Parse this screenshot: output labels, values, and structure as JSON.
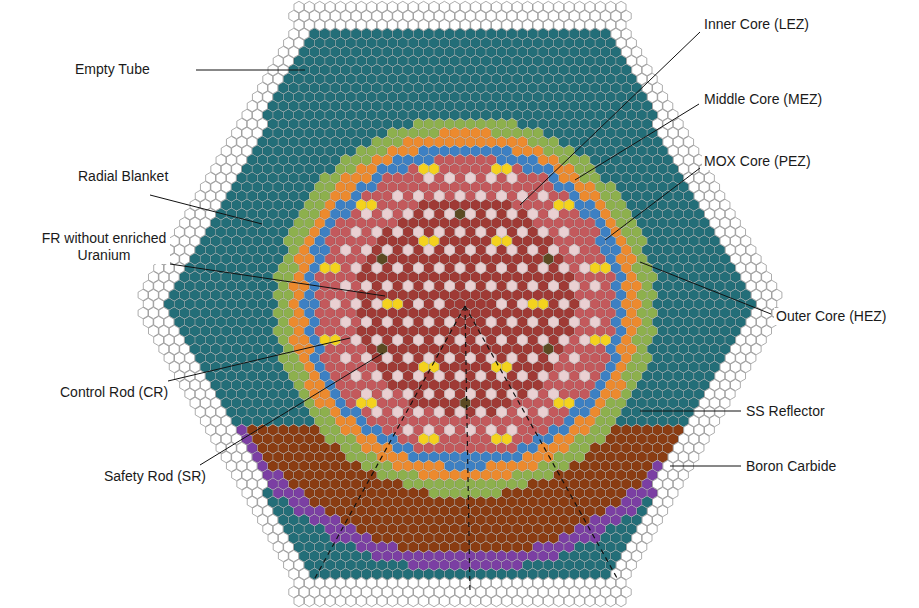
{
  "diagram": {
    "labels": [
      "Empty Tube",
      "Inner Core (LEZ)",
      "Middle Core (MEZ)",
      "Radial Blanket",
      "MOX Core (PEZ)",
      "FR without enriched Uranium",
      "Outer Core (HEZ)",
      "Control Rod (CR)",
      "SS Reflector",
      "Safety Rod (SR)",
      "Boron Carbide"
    ]
  }
}
